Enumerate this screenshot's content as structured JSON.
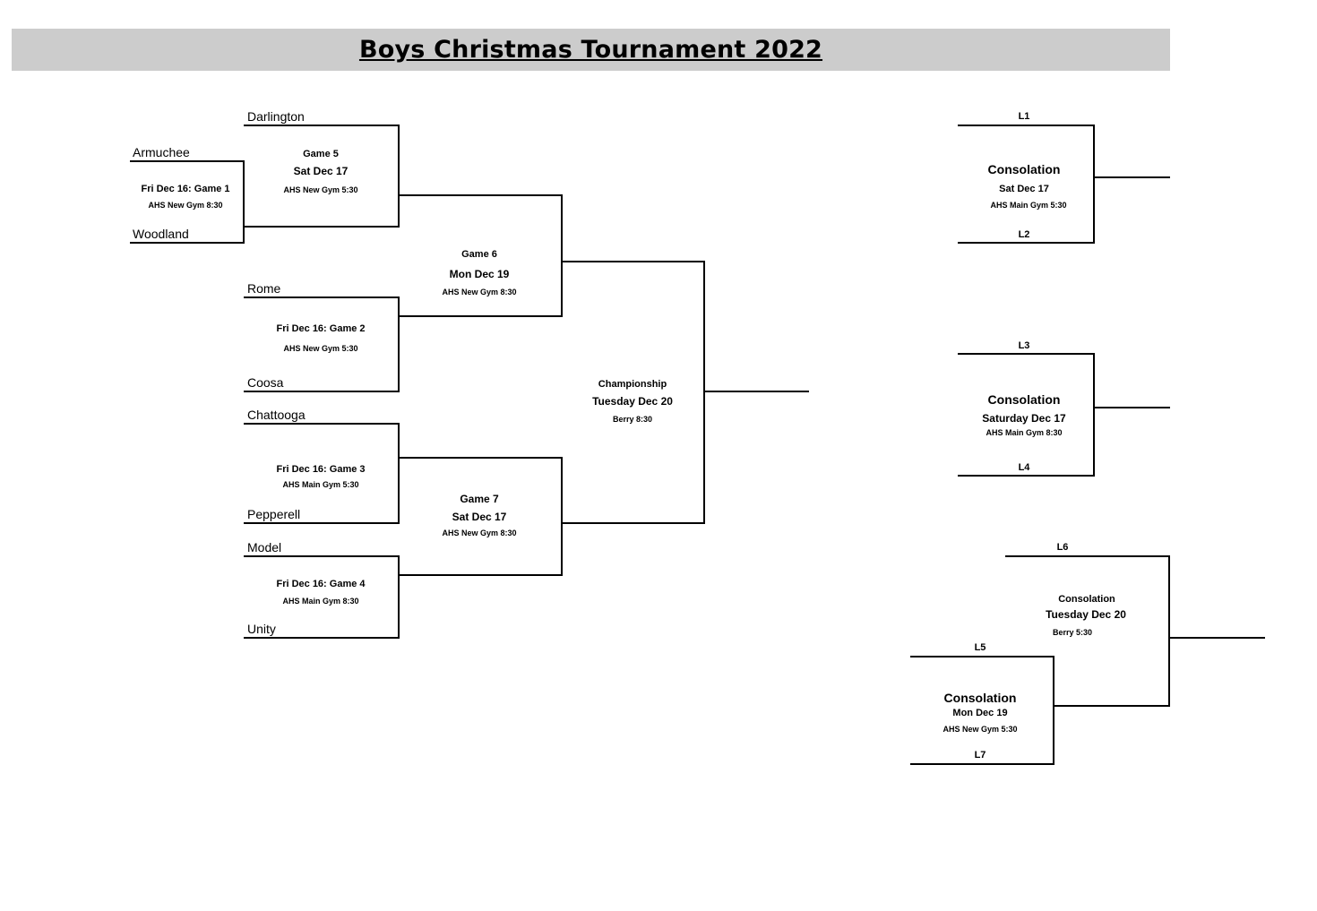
{
  "title": "Boys Christmas Tournament 2022",
  "teams": {
    "darlington": "Darlington",
    "armuchee": "Armuchee",
    "woodland": "Woodland",
    "rome": "Rome",
    "coosa": "Coosa",
    "chattooga": "Chattooga",
    "pepperell": "Pepperell",
    "model": "Model",
    "unity": "Unity"
  },
  "games": {
    "g1": {
      "title": "Fri Dec 16: Game 1",
      "venue": "AHS New Gym 8:30"
    },
    "g2": {
      "title": "Fri Dec 16: Game 2",
      "venue": "AHS New Gym 5:30"
    },
    "g3": {
      "title": "Fri Dec 16: Game 3",
      "venue": "AHS Main Gym 5:30"
    },
    "g4": {
      "title": "Fri Dec 16: Game 4",
      "venue": "AHS Main Gym 8:30"
    },
    "g5": {
      "title": "Game 5",
      "date": "Sat Dec 17",
      "venue": "AHS New Gym 5:30"
    },
    "g6": {
      "title": "Game 6",
      "date": "Mon Dec 19",
      "venue": "AHS New Gym 8:30"
    },
    "g7": {
      "title": "Game 7",
      "date": "Sat Dec 17",
      "venue": "AHS New Gym 8:30"
    },
    "championship": {
      "title": "Championship",
      "date": "Tuesday Dec 20",
      "venue": "Berry 8:30"
    }
  },
  "consolation": {
    "c1": {
      "top": "L1",
      "bottom": "L2",
      "title": "Consolation",
      "date": "Sat Dec 17",
      "venue": "AHS Main Gym 5:30"
    },
    "c2": {
      "top": "L3",
      "bottom": "L4",
      "title": "Consolation",
      "date": "Saturday Dec 17",
      "venue": "AHS Main Gym 8:30"
    },
    "c3": {
      "top": "L6",
      "title": "Consolation",
      "date": "Tuesday Dec 20",
      "venue": "Berry 5:30"
    },
    "c4": {
      "top": "L5",
      "bottom": "L7",
      "title": "Consolation",
      "date": "Mon Dec 19",
      "venue": "AHS New Gym 5:30"
    }
  },
  "colors": {
    "title_bar": "#cccccc",
    "lines": "#000000"
  }
}
